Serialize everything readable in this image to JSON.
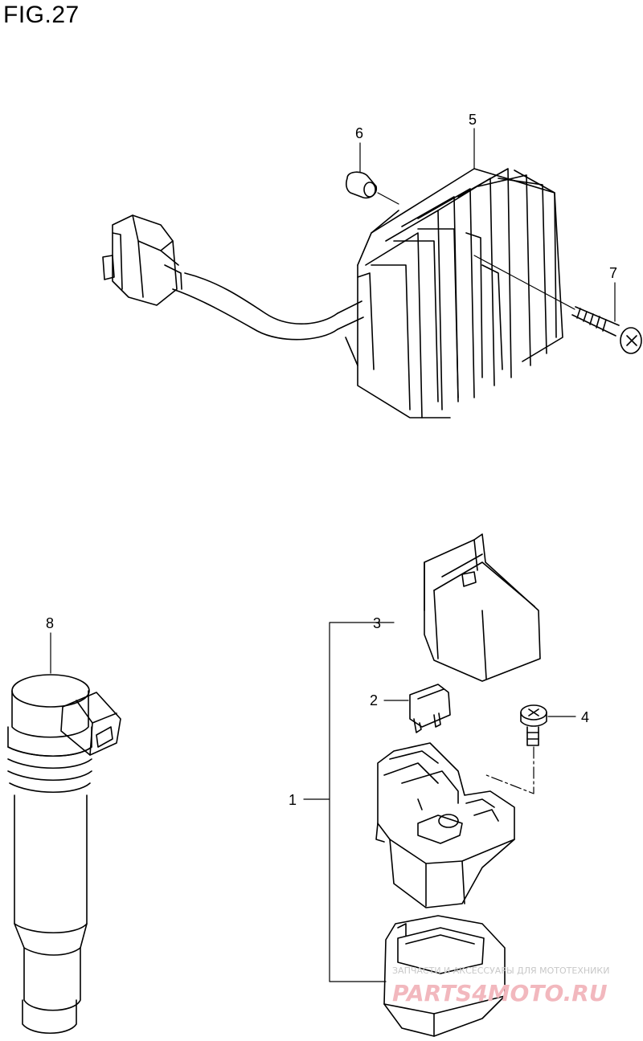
{
  "figure": {
    "title": "FIG.27"
  },
  "callouts": [
    {
      "id": "1",
      "label": "1"
    },
    {
      "id": "2",
      "label": "2"
    },
    {
      "id": "3",
      "label": "3"
    },
    {
      "id": "4",
      "label": "4"
    },
    {
      "id": "5",
      "label": "5"
    },
    {
      "id": "6",
      "label": "6"
    },
    {
      "id": "7",
      "label": "7"
    },
    {
      "id": "8",
      "label": "8"
    }
  ],
  "watermark": {
    "tagline": "ЗАПЧАСТИ И АКСЕССУАРЫ ДЛЯ МОТОТЕХНИКИ",
    "brand": "PARTS4MOTO.RU"
  }
}
